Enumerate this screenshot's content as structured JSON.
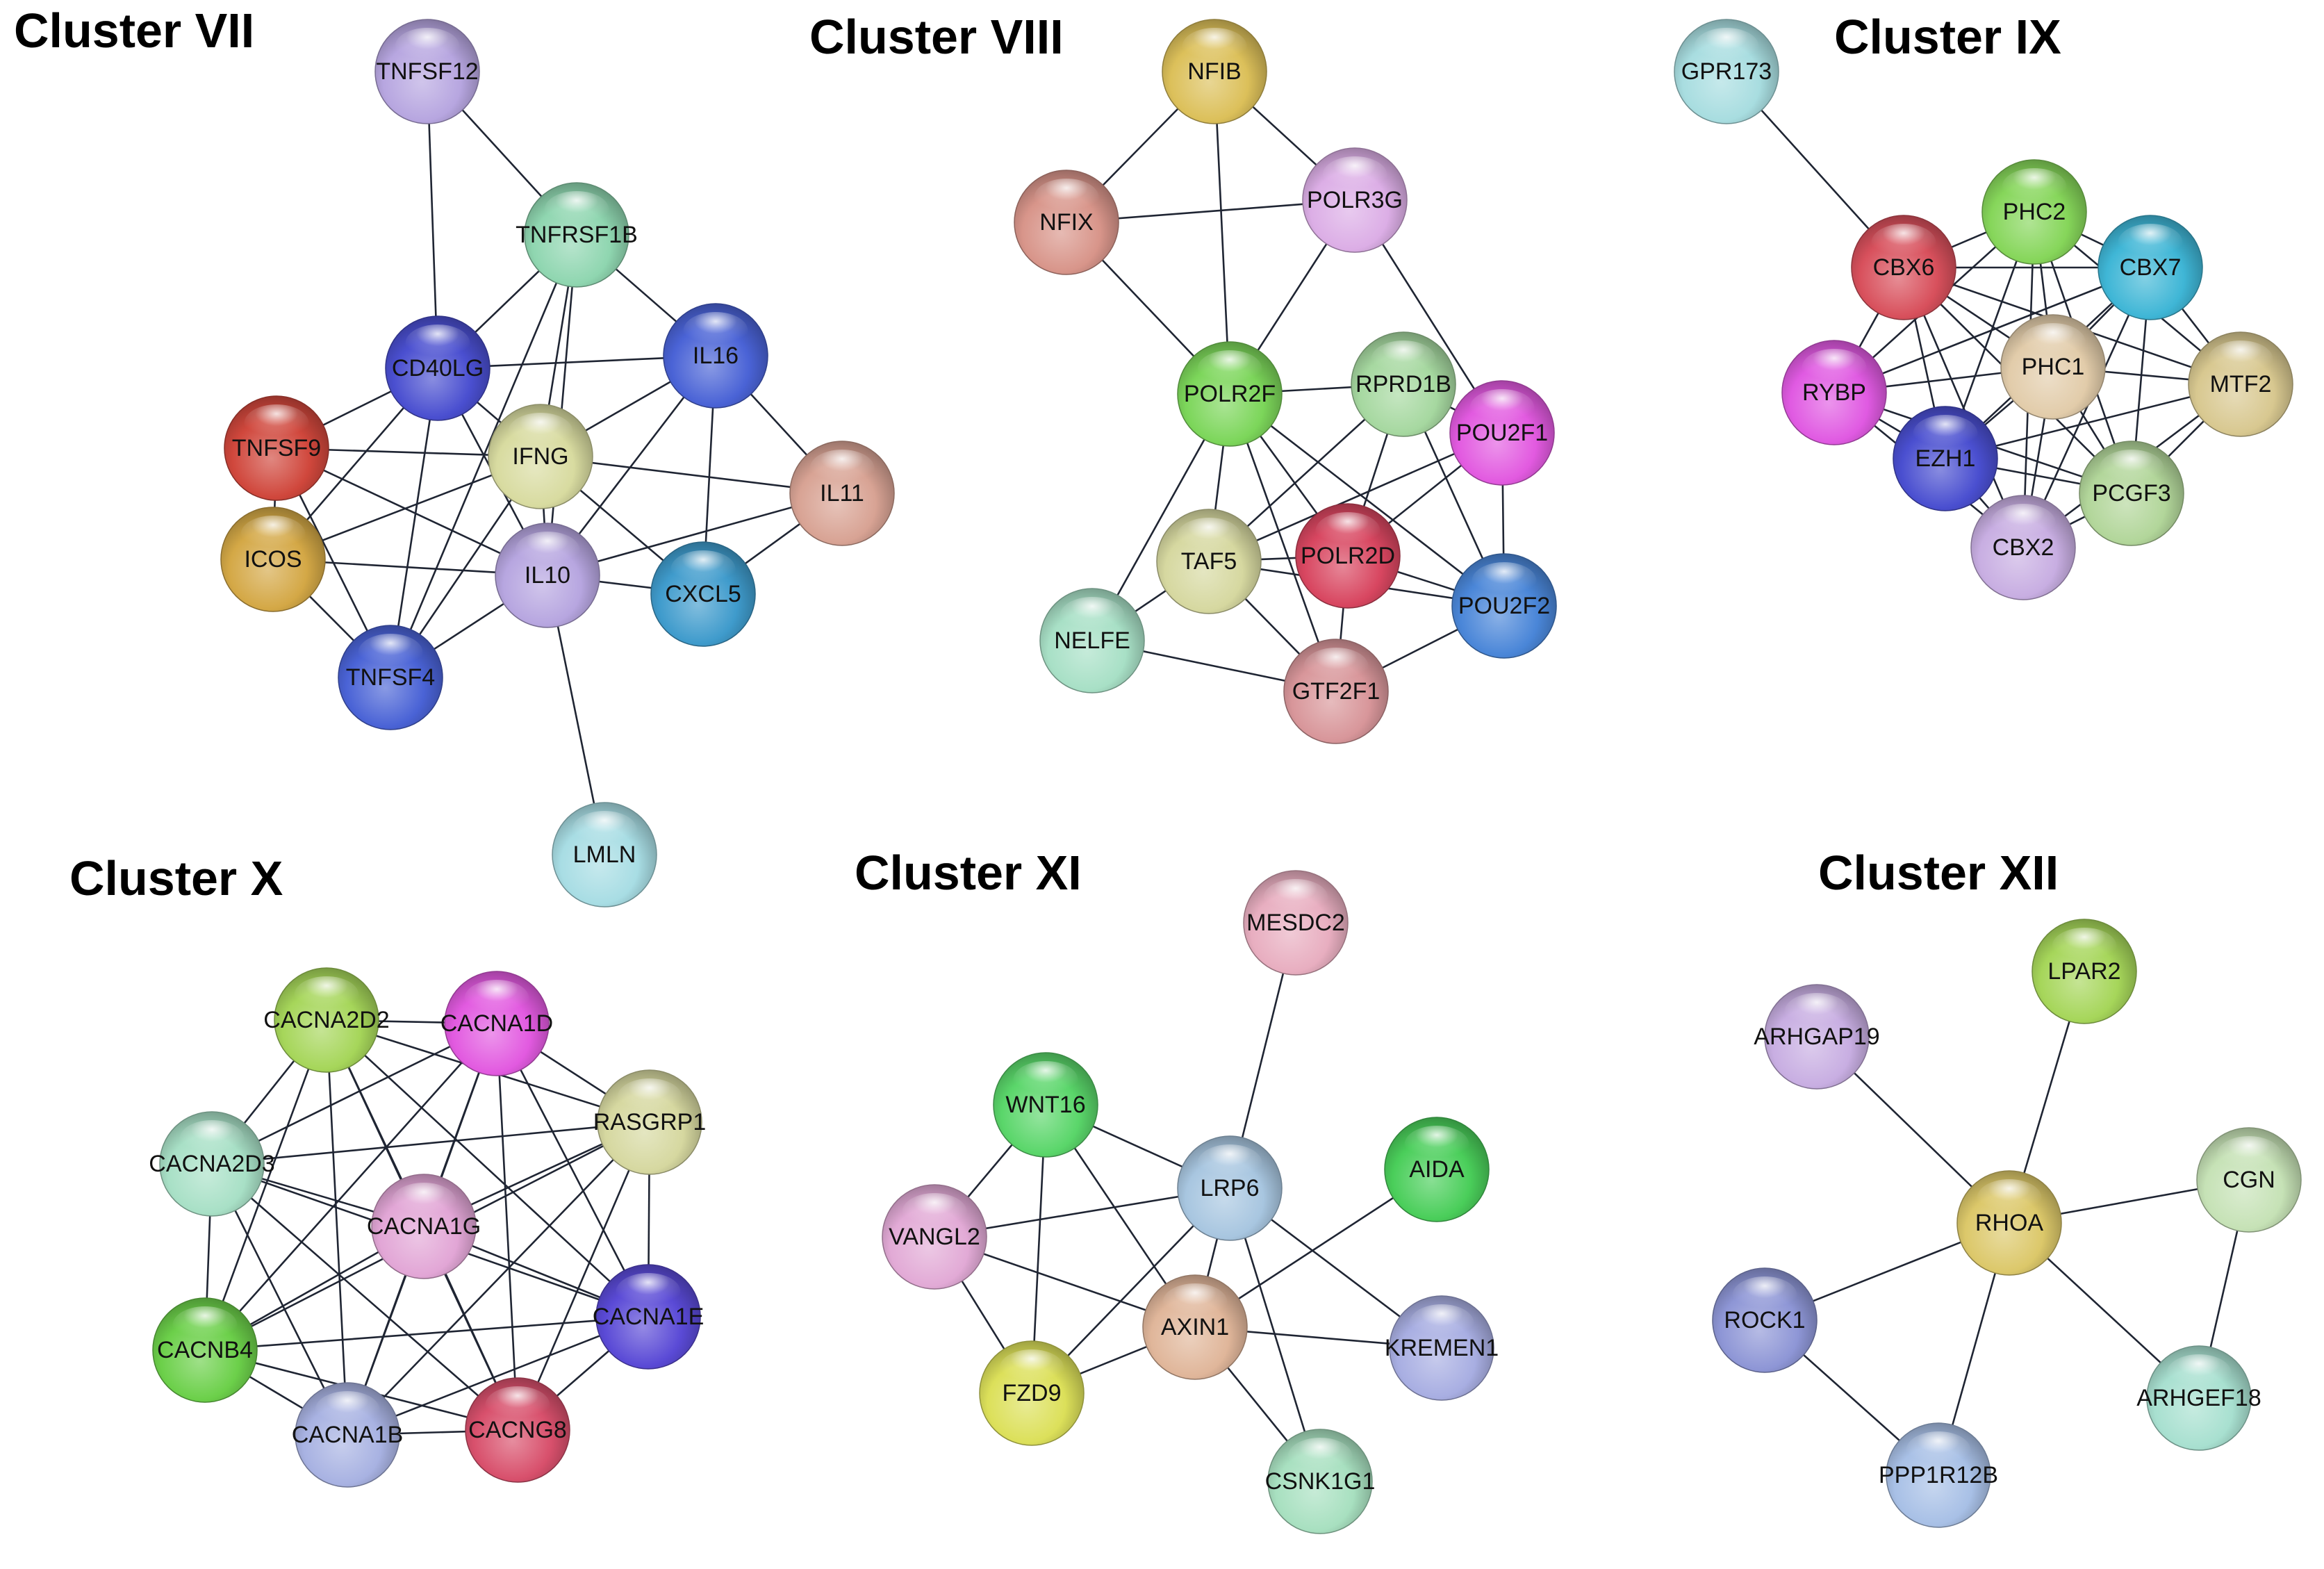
{
  "clusters": [
    {
      "title": "Cluster VII",
      "nodes": [
        {
          "id": "TNFSF12",
          "color": "#b7a6e0"
        },
        {
          "id": "TNFRSF1B",
          "color": "#8fd6b0"
        },
        {
          "id": "CD40LG",
          "color": "#4a4fd0"
        },
        {
          "id": "IL16",
          "color": "#4a63d6"
        },
        {
          "id": "TNFSF9",
          "color": "#d0473c"
        },
        {
          "id": "IFNG",
          "color": "#d8dba0"
        },
        {
          "id": "IL11",
          "color": "#d8a394"
        },
        {
          "id": "ICOS",
          "color": "#d4a846"
        },
        {
          "id": "IL10",
          "color": "#b7a6e0"
        },
        {
          "id": "CXCL5",
          "color": "#3f9bcc"
        },
        {
          "id": "TNFSF4",
          "color": "#4a63d6"
        },
        {
          "id": "LMLN",
          "color": "#a8dde4"
        }
      ],
      "edges": [
        [
          "TNFSF12",
          "TNFRSF1B"
        ],
        [
          "TNFSF12",
          "CD40LG"
        ],
        [
          "TNFRSF1B",
          "CD40LG"
        ],
        [
          "TNFRSF1B",
          "IL16"
        ],
        [
          "TNFRSF1B",
          "IFNG"
        ],
        [
          "TNFRSF1B",
          "IL10"
        ],
        [
          "TNFRSF1B",
          "TNFSF4"
        ],
        [
          "CD40LG",
          "IL16"
        ],
        [
          "CD40LG",
          "TNFSF9"
        ],
        [
          "CD40LG",
          "ICOS"
        ],
        [
          "CD40LG",
          "IFNG"
        ],
        [
          "CD40LG",
          "IL10"
        ],
        [
          "CD40LG",
          "TNFSF4"
        ],
        [
          "IL16",
          "IFNG"
        ],
        [
          "IL16",
          "IL10"
        ],
        [
          "IL16",
          "CXCL5"
        ],
        [
          "IL16",
          "IL11"
        ],
        [
          "TNFSF9",
          "IFNG"
        ],
        [
          "TNFSF9",
          "ICOS"
        ],
        [
          "TNFSF9",
          "TNFSF4"
        ],
        [
          "TNFSF9",
          "IL10"
        ],
        [
          "IFNG",
          "IL11"
        ],
        [
          "IFNG",
          "ICOS"
        ],
        [
          "IFNG",
          "IL10"
        ],
        [
          "IFNG",
          "CXCL5"
        ],
        [
          "IFNG",
          "TNFSF4"
        ],
        [
          "IL11",
          "IL10"
        ],
        [
          "IL11",
          "CXCL5"
        ],
        [
          "ICOS",
          "IL10"
        ],
        [
          "ICOS",
          "TNFSF4"
        ],
        [
          "IL10",
          "CXCL5"
        ],
        [
          "IL10",
          "TNFSF4"
        ],
        [
          "IL10",
          "LMLN"
        ]
      ]
    },
    {
      "title": "Cluster VIII",
      "nodes": [
        {
          "id": "NFIB",
          "color": "#dcc05a"
        },
        {
          "id": "NFIX",
          "color": "#d8958a"
        },
        {
          "id": "POLR3G",
          "color": "#dcaee6"
        },
        {
          "id": "POLR2F",
          "color": "#7cd65a"
        },
        {
          "id": "RPRD1B",
          "color": "#a6d8a0"
        },
        {
          "id": "POU2F1",
          "color": "#e25ae0"
        },
        {
          "id": "TAF5",
          "color": "#d6d8a0"
        },
        {
          "id": "POLR2D",
          "color": "#d84660"
        },
        {
          "id": "POU2F2",
          "color": "#4a86d8"
        },
        {
          "id": "NELFE",
          "color": "#a8e0c6"
        },
        {
          "id": "GTF2F1",
          "color": "#d8969a"
        }
      ],
      "edges": [
        [
          "NFIB",
          "NFIX"
        ],
        [
          "NFIB",
          "POLR3G"
        ],
        [
          "NFIB",
          "POLR2F"
        ],
        [
          "NFIX",
          "POLR3G"
        ],
        [
          "NFIX",
          "POLR2F"
        ],
        [
          "POLR3G",
          "POLR2F"
        ],
        [
          "POLR3G",
          "POU2F1"
        ],
        [
          "POLR2F",
          "RPRD1B"
        ],
        [
          "POLR2F",
          "TAF5"
        ],
        [
          "POLR2F",
          "POLR2D"
        ],
        [
          "POLR2F",
          "NELFE"
        ],
        [
          "POLR2F",
          "GTF2F1"
        ],
        [
          "POLR2F",
          "POU2F2"
        ],
        [
          "RPRD1B",
          "POU2F1"
        ],
        [
          "RPRD1B",
          "POLR2D"
        ],
        [
          "RPRD1B",
          "TAF5"
        ],
        [
          "RPRD1B",
          "POU2F2"
        ],
        [
          "POU2F1",
          "POLR2D"
        ],
        [
          "POU2F1",
          "POU2F2"
        ],
        [
          "POU2F1",
          "TAF5"
        ],
        [
          "TAF5",
          "POLR2D"
        ],
        [
          "TAF5",
          "NELFE"
        ],
        [
          "TAF5",
          "GTF2F1"
        ],
        [
          "TAF5",
          "POU2F2"
        ],
        [
          "POLR2D",
          "POU2F2"
        ],
        [
          "POLR2D",
          "GTF2F1"
        ],
        [
          "NELFE",
          "GTF2F1"
        ],
        [
          "GTF2F1",
          "POU2F2"
        ]
      ]
    },
    {
      "title": "Cluster IX",
      "nodes": [
        {
          "id": "GPR173",
          "color": "#a8dde0"
        },
        {
          "id": "PHC2",
          "color": "#86d65a"
        },
        {
          "id": "CBX6",
          "color": "#d8505c"
        },
        {
          "id": "CBX7",
          "color": "#3fb6d6"
        },
        {
          "id": "PHC1",
          "color": "#e2ccaa"
        },
        {
          "id": "RYBP",
          "color": "#e05ae2"
        },
        {
          "id": "MTF2",
          "color": "#d8c890"
        },
        {
          "id": "EZH1",
          "color": "#4a4fd0"
        },
        {
          "id": "PCGF3",
          "color": "#b2d69a"
        },
        {
          "id": "CBX2",
          "color": "#c8aee2"
        }
      ],
      "edges": [
        [
          "GPR173",
          "CBX6"
        ],
        [
          "CBX6",
          "PHC2"
        ],
        [
          "CBX6",
          "CBX7"
        ],
        [
          "CBX6",
          "PHC1"
        ],
        [
          "CBX6",
          "RYBP"
        ],
        [
          "CBX6",
          "EZH1"
        ],
        [
          "CBX6",
          "PCGF3"
        ],
        [
          "CBX6",
          "CBX2"
        ],
        [
          "CBX6",
          "MTF2"
        ],
        [
          "PHC2",
          "CBX7"
        ],
        [
          "PHC2",
          "PHC1"
        ],
        [
          "PHC2",
          "RYBP"
        ],
        [
          "PHC2",
          "EZH1"
        ],
        [
          "PHC2",
          "PCGF3"
        ],
        [
          "PHC2",
          "CBX2"
        ],
        [
          "PHC2",
          "MTF2"
        ],
        [
          "CBX7",
          "PHC1"
        ],
        [
          "CBX7",
          "MTF2"
        ],
        [
          "CBX7",
          "EZH1"
        ],
        [
          "CBX7",
          "PCGF3"
        ],
        [
          "CBX7",
          "CBX2"
        ],
        [
          "CBX7",
          "RYBP"
        ],
        [
          "PHC1",
          "RYBP"
        ],
        [
          "PHC1",
          "MTF2"
        ],
        [
          "PHC1",
          "EZH1"
        ],
        [
          "PHC1",
          "PCGF3"
        ],
        [
          "PHC1",
          "CBX2"
        ],
        [
          "RYBP",
          "EZH1"
        ],
        [
          "RYBP",
          "CBX2"
        ],
        [
          "RYBP",
          "PCGF3"
        ],
        [
          "EZH1",
          "PCGF3"
        ],
        [
          "EZH1",
          "CBX2"
        ],
        [
          "EZH1",
          "MTF2"
        ],
        [
          "PCGF3",
          "CBX2"
        ],
        [
          "PCGF3",
          "MTF2"
        ],
        [
          "CBX2",
          "MTF2"
        ]
      ]
    },
    {
      "title": "Cluster X",
      "nodes": [
        {
          "id": "CACNA2D2",
          "color": "#a6d65a"
        },
        {
          "id": "CACNA1D",
          "color": "#e25ae0"
        },
        {
          "id": "RASGRP1",
          "color": "#d6d8a0"
        },
        {
          "id": "CACNA2D3",
          "color": "#a8e0c6"
        },
        {
          "id": "CACNA1G",
          "color": "#e2a6d6"
        },
        {
          "id": "CACNB4",
          "color": "#6cd04a"
        },
        {
          "id": "CACNA1E",
          "color": "#5a4ad6"
        },
        {
          "id": "CACNA1B",
          "color": "#a8b2e2"
        },
        {
          "id": "CACNG8",
          "color": "#d8506c"
        }
      ],
      "edges": [
        [
          "CACNA2D2",
          "CACNA1D"
        ],
        [
          "CACNA2D2",
          "RASGRP1"
        ],
        [
          "CACNA2D2",
          "CACNA2D3"
        ],
        [
          "CACNA2D2",
          "CACNA1G"
        ],
        [
          "CACNA2D2",
          "CACNB4"
        ],
        [
          "CACNA2D2",
          "CACNA1E"
        ],
        [
          "CACNA2D2",
          "CACNA1B"
        ],
        [
          "CACNA2D2",
          "CACNG8"
        ],
        [
          "CACNA1D",
          "RASGRP1"
        ],
        [
          "CACNA1D",
          "CACNA2D3"
        ],
        [
          "CACNA1D",
          "CACNA1G"
        ],
        [
          "CACNA1D",
          "CACNB4"
        ],
        [
          "CACNA1D",
          "CACNA1E"
        ],
        [
          "CACNA1D",
          "CACNA1B"
        ],
        [
          "CACNA1D",
          "CACNG8"
        ],
        [
          "RASGRP1",
          "CACNA2D3"
        ],
        [
          "RASGRP1",
          "CACNA1G"
        ],
        [
          "RASGRP1",
          "CACNB4"
        ],
        [
          "RASGRP1",
          "CACNA1E"
        ],
        [
          "RASGRP1",
          "CACNA1B"
        ],
        [
          "RASGRP1",
          "CACNG8"
        ],
        [
          "CACNA2D3",
          "CACNA1G"
        ],
        [
          "CACNA2D3",
          "CACNB4"
        ],
        [
          "CACNA2D3",
          "CACNA1E"
        ],
        [
          "CACNA2D3",
          "CACNA1B"
        ],
        [
          "CACNA2D3",
          "CACNG8"
        ],
        [
          "CACNA1G",
          "CACNB4"
        ],
        [
          "CACNA1G",
          "CACNA1E"
        ],
        [
          "CACNA1G",
          "CACNA1B"
        ],
        [
          "CACNA1G",
          "CACNG8"
        ],
        [
          "CACNB4",
          "CACNA1E"
        ],
        [
          "CACNB4",
          "CACNA1B"
        ],
        [
          "CACNB4",
          "CACNG8"
        ],
        [
          "CACNA1E",
          "CACNA1B"
        ],
        [
          "CACNA1E",
          "CACNG8"
        ],
        [
          "CACNA1B",
          "CACNG8"
        ]
      ]
    },
    {
      "title": "Cluster XI",
      "nodes": [
        {
          "id": "MESDC2",
          "color": "#e8aec0"
        },
        {
          "id": "WNT16",
          "color": "#5ad66a"
        },
        {
          "id": "AIDA",
          "color": "#4ace5a"
        },
        {
          "id": "LRP6",
          "color": "#a8c6e0"
        },
        {
          "id": "VANGL2",
          "color": "#e2aad6"
        },
        {
          "id": "AXIN1",
          "color": "#e0b69a"
        },
        {
          "id": "KREMEN1",
          "color": "#a8aee2"
        },
        {
          "id": "FZD9",
          "color": "#dce05a"
        },
        {
          "id": "CSNK1G1",
          "color": "#a8e0c0"
        }
      ],
      "edges": [
        [
          "MESDC2",
          "LRP6"
        ],
        [
          "WNT16",
          "LRP6"
        ],
        [
          "WNT16",
          "VANGL2"
        ],
        [
          "WNT16",
          "FZD9"
        ],
        [
          "WNT16",
          "AXIN1"
        ],
        [
          "LRP6",
          "VANGL2"
        ],
        [
          "LRP6",
          "AXIN1"
        ],
        [
          "LRP6",
          "FZD9"
        ],
        [
          "LRP6",
          "KREMEN1"
        ],
        [
          "LRP6",
          "CSNK1G1"
        ],
        [
          "VANGL2",
          "FZD9"
        ],
        [
          "VANGL2",
          "AXIN1"
        ],
        [
          "AXIN1",
          "FZD9"
        ],
        [
          "AXIN1",
          "AIDA"
        ],
        [
          "AXIN1",
          "KREMEN1"
        ],
        [
          "AXIN1",
          "CSNK1G1"
        ]
      ]
    },
    {
      "title": "Cluster XII",
      "nodes": [
        {
          "id": "LPAR2",
          "color": "#a6d65a"
        },
        {
          "id": "ARHGAP19",
          "color": "#c8aee2"
        },
        {
          "id": "CGN",
          "color": "#c6e2b6"
        },
        {
          "id": "RHOA",
          "color": "#dcc86a"
        },
        {
          "id": "ROCK1",
          "color": "#8e96d6"
        },
        {
          "id": "ARHGEF18",
          "color": "#a8e0d0"
        },
        {
          "id": "PPP1R12B",
          "color": "#a8c0e6"
        }
      ],
      "edges": [
        [
          "LPAR2",
          "RHOA"
        ],
        [
          "ARHGAP19",
          "RHOA"
        ],
        [
          "CGN",
          "RHOA"
        ],
        [
          "CGN",
          "ARHGEF18"
        ],
        [
          "RHOA",
          "ROCK1"
        ],
        [
          "RHOA",
          "ARHGEF18"
        ],
        [
          "RHOA",
          "PPP1R12B"
        ],
        [
          "ROCK1",
          "PPP1R12B"
        ]
      ]
    }
  ]
}
